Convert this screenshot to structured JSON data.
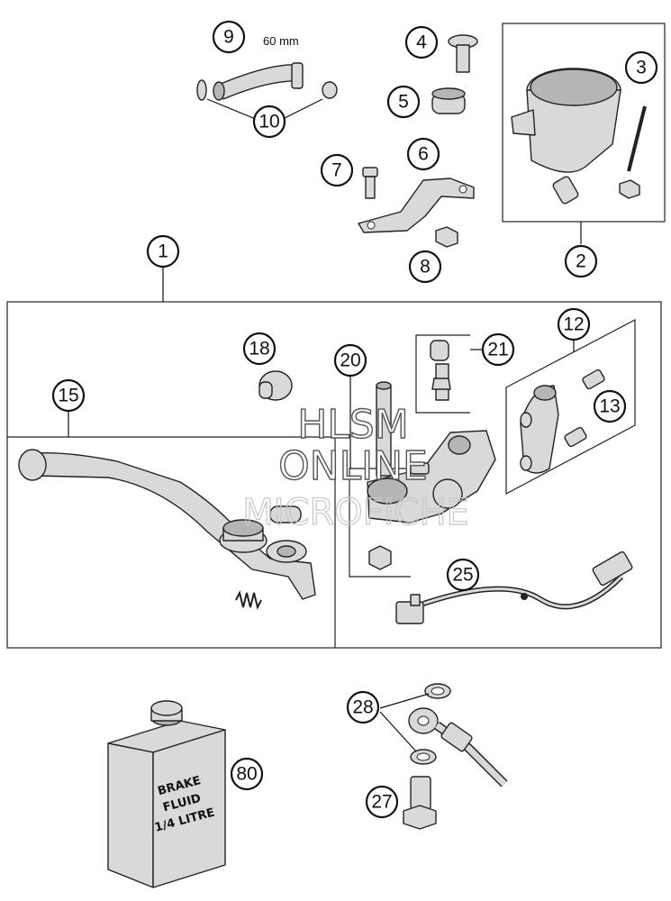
{
  "hose_length_label": "60 mm",
  "callouts": [
    "1",
    "2",
    "3",
    "4",
    "5",
    "6",
    "7",
    "8",
    "9",
    "10",
    "12",
    "13",
    "15",
    "18",
    "20",
    "21",
    "25",
    "27",
    "28",
    "80"
  ],
  "brake_fluid_label": [
    "BRAKE",
    "FLUID",
    "1/4 LITRE"
  ],
  "watermark": [
    "HLSM",
    "ONLINE",
    "MICROFICHE"
  ],
  "colors": {
    "line": "#222222",
    "part_fill": "#d9d9d9",
    "background": "#ffffff"
  }
}
